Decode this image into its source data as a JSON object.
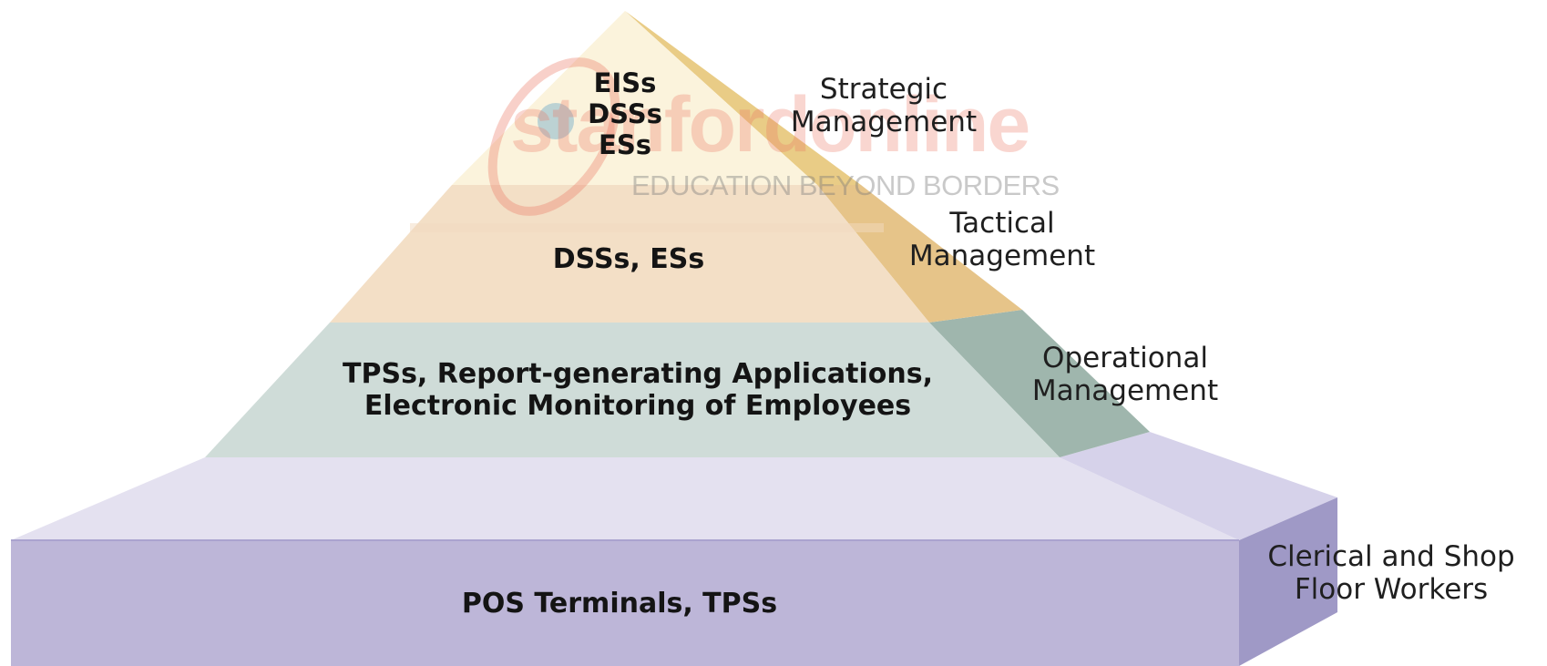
{
  "diagram": {
    "tiers": [
      {
        "lines": [
          "EISs",
          "DSSs",
          "ESs"
        ],
        "color": "#fbf3dc"
      },
      {
        "lines": [
          "DSSs, ESs"
        ],
        "color": "#f3dfc6"
      },
      {
        "lines": [
          "TPSs, Report-generating Applications,",
          "Electronic Monitoring of Employees"
        ],
        "color": "#cfdcd8"
      },
      {
        "lines": [
          "POS Terminals, TPSs"
        ],
        "color": "#bdb6d8"
      }
    ],
    "levels": [
      {
        "lines": [
          "Strategic",
          "Management"
        ]
      },
      {
        "lines": [
          "Tactical",
          "Management"
        ]
      },
      {
        "lines": [
          "Operational",
          "Management"
        ]
      },
      {
        "lines": [
          "Clerical and Shop",
          "Floor Workers"
        ]
      }
    ],
    "side_colors": {
      "strategic": "#e9cc86",
      "tactical": "#e6c489",
      "operational": "#9fb6ad",
      "base_top": "#dcd8ec",
      "base_side": "#9f99c6"
    }
  },
  "watermark": {
    "logo_text": "stanfordonline",
    "tagline": "EDUCATION BEYOND BORDERS"
  }
}
